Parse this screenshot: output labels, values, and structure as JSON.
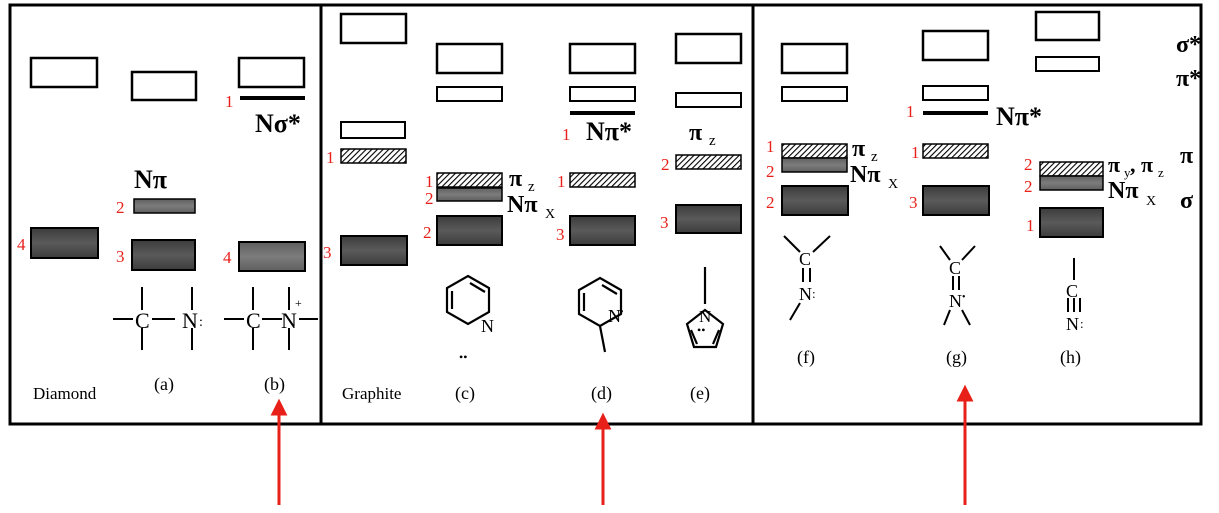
{
  "panels": {
    "left": {
      "diamond_label": "Diamond",
      "a_label": "(a)",
      "b_label": "(b)"
    },
    "middle": {
      "graphite_label": "Graphite",
      "c_label": "(c)",
      "d_label": "(d)",
      "e_label": "(e)"
    },
    "right": {
      "f_label": "(f)",
      "g_label": "(g)",
      "h_label": "(h)"
    }
  },
  "state_labels": {
    "n_pi": "Nπ",
    "n_sigma_star": "Nσ*",
    "n_pi_star": "Nπ*",
    "pi_z": "π",
    "pi_sub": "z",
    "n_pi_x": "Nπ",
    "x_sub": "X",
    "pi_y_pi_z": "π",
    "y_sub": "y",
    "comma_pi": ", π",
    "legend_sigma_star": "σ*",
    "legend_pi_star": "π*",
    "legend_pi": "π",
    "legend_sigma": "σ"
  },
  "numbers": {
    "one": "1",
    "two": "2",
    "three": "3",
    "four": "4"
  },
  "atoms": {
    "C": "C",
    "N": "N",
    "lone_pair": "•",
    "dot": "•",
    "plus": "+"
  },
  "colors": {
    "outline": "#000000",
    "number_red": "#e8201a",
    "arrow_red": "#e8201a",
    "dark_fill": "#555555",
    "gray_fill": "#9a9a9a"
  },
  "arrows_count": 3
}
